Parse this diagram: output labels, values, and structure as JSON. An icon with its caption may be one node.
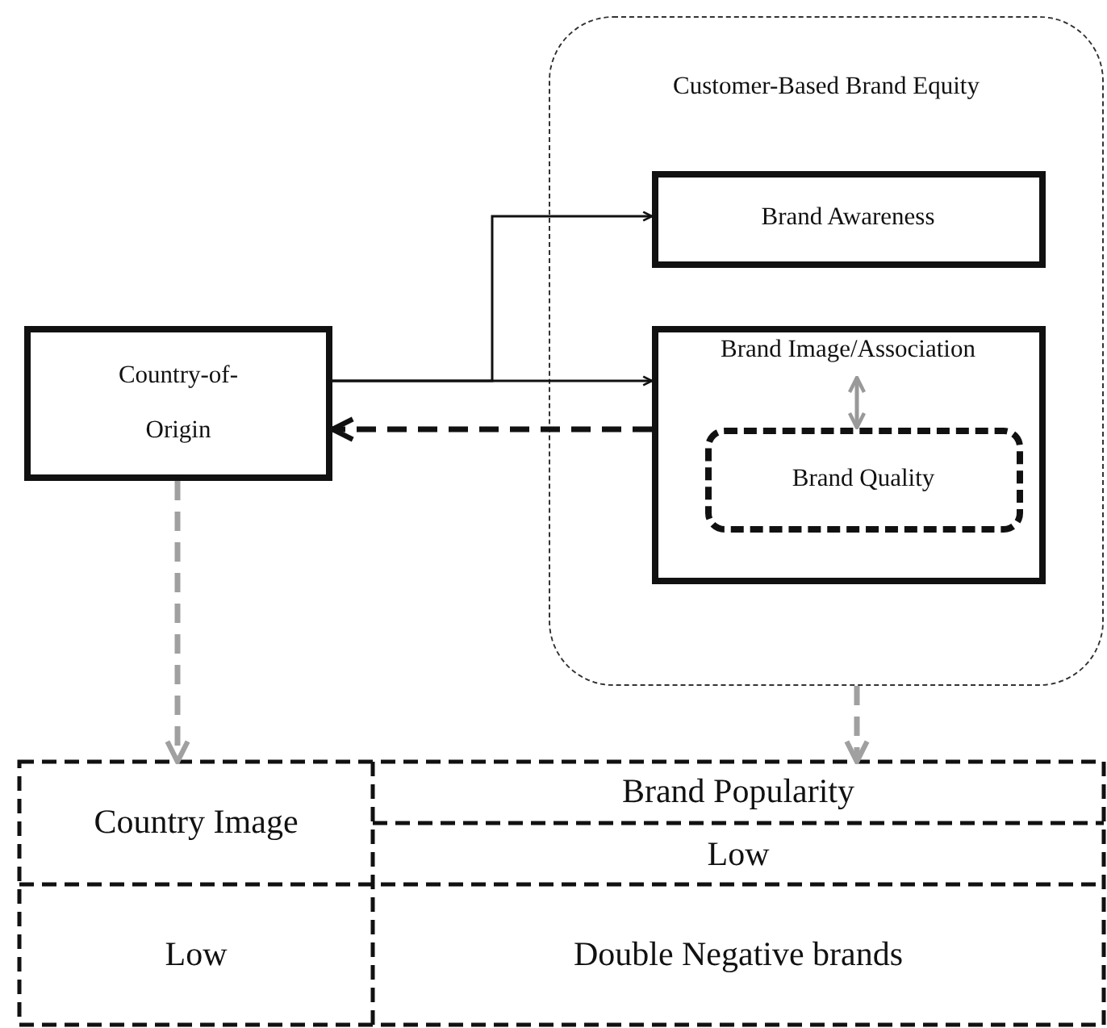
{
  "diagram": {
    "nodes": [
      {
        "text": [
          "Customer-Based Brand Equity"
        ]
      },
      {
        "text": [
          "Brand Awareness"
        ],
        "in": 0
      },
      {
        "text": [
          "Brand Image/Association"
        ],
        "in": 0
      },
      {
        "text": [
          "Brand Quality"
        ],
        "in": 2
      },
      {
        "text": [
          "Country-of-Origin"
        ]
      },
      {
        "text": [
          "Country Image"
        ]
      },
      {
        "text": [
          "Brand Popularity"
        ]
      }
    ],
    "edges": [
      {
        "from": 4,
        "to": 1,
        "arrow": "to"
      },
      {
        "from": 4,
        "to": 2,
        "arrow": "to"
      },
      {
        "from": 2,
        "to": 4,
        "arrow": "to",
        "style": "dashed"
      },
      {
        "from": 2,
        "to": 3,
        "arrow": "both",
        "color": "#999999"
      },
      {
        "from": 4,
        "to": 5,
        "arrow": "to",
        "style": "dashed",
        "color": "#a0a0a0"
      },
      {
        "from": 0,
        "to": 6,
        "arrow": "to",
        "style": "dashed",
        "color": "#a0a0a0"
      }
    ],
    "labels": [
      "Low",
      "Low",
      "Double Negative brands"
    ]
  }
}
